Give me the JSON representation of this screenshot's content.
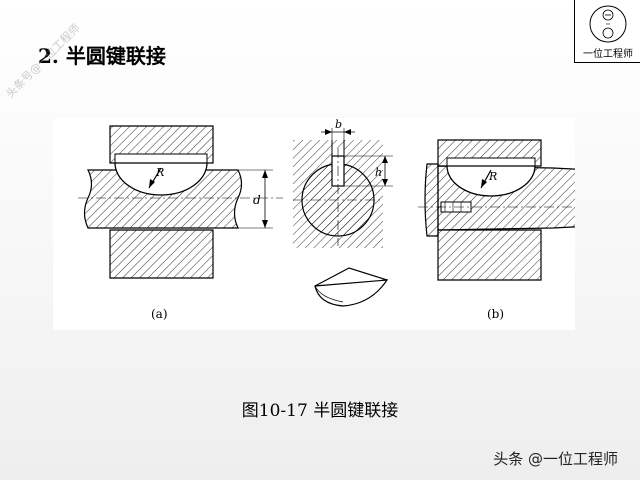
{
  "slide": {
    "title": "2. 半圆键联接",
    "caption": "图10-17 半圆键联接"
  },
  "figure": {
    "label_a": "(a)",
    "label_b": "(b)",
    "dim_b": "b",
    "dim_h": "h",
    "dim_d": "d",
    "radius": "R"
  },
  "branding": {
    "logo_caption": "一位工程师",
    "diagonal_watermark": "头条号@一位工程师",
    "bottom_watermark": "头条 @一位工程师"
  }
}
